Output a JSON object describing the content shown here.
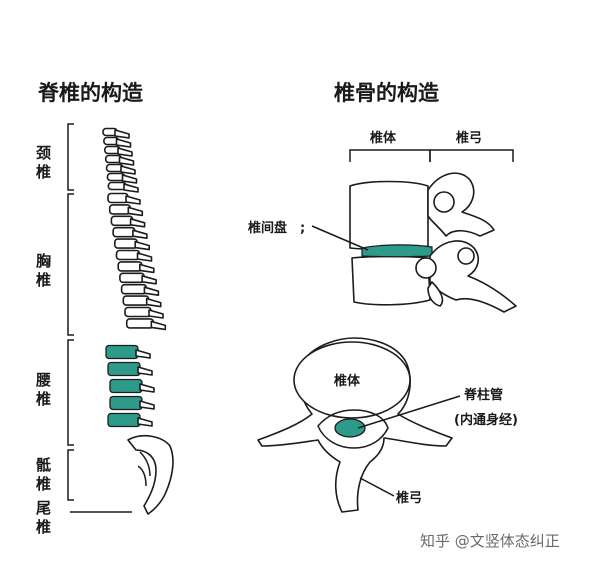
{
  "left_title": "脊椎的构造",
  "right_title": "椎骨的构造",
  "spine_regions": [
    {
      "chars": [
        "颈",
        "椎"
      ]
    },
    {
      "chars": [
        "胸",
        "椎"
      ]
    },
    {
      "chars": [
        "腰",
        "椎"
      ]
    },
    {
      "chars": [
        "骶",
        "椎"
      ]
    },
    {
      "chars": [
        "尾",
        "椎"
      ]
    }
  ],
  "lateral_view": {
    "body_label": "椎体",
    "arch_label": "椎弓",
    "disc_label": "椎间盘",
    "disc_suffix": ";"
  },
  "top_view": {
    "body_label": "椎体",
    "canal_label": "脊柱管",
    "canal_note": "(内通身经)",
    "arch_label": "椎弓"
  },
  "watermark": "知乎 @文竖体态纠正",
  "colors": {
    "highlight": "#2e9a8a",
    "outline": "#1c1c1c"
  }
}
